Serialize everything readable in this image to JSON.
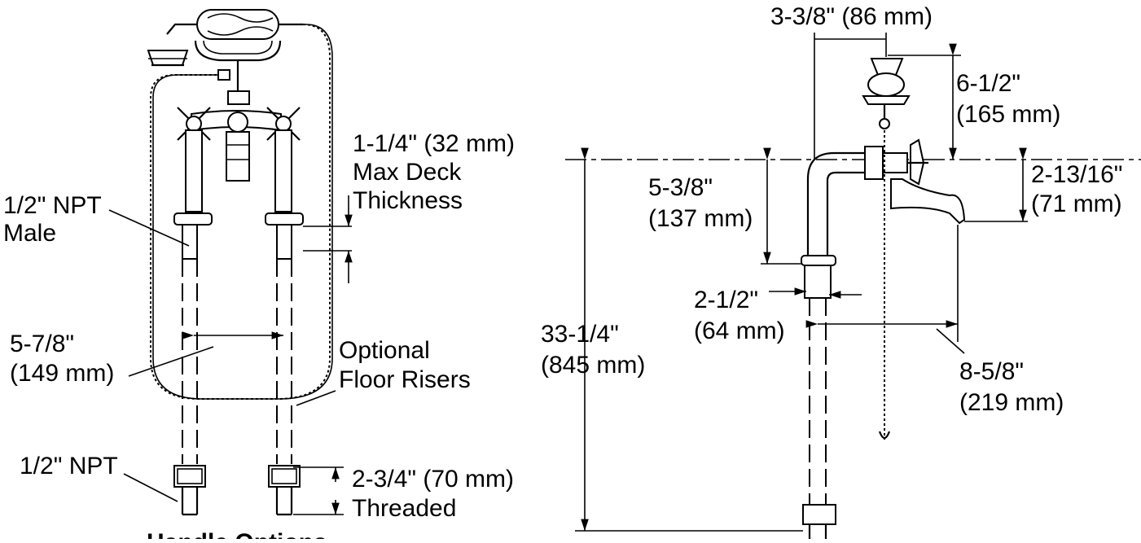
{
  "left_view": {
    "labels": {
      "npt_male_line1": "1/2\" NPT",
      "npt_male_line2": "Male",
      "deck_dim": "1-1/4\" (32 mm)",
      "deck_line2": "Max Deck",
      "deck_line3": "Thickness",
      "spacing_line1": "5-7/8\"",
      "spacing_line2": "(149 mm)",
      "risers_line1": "Optional",
      "risers_line2": "Floor Risers",
      "npt_bottom": "1/2\" NPT",
      "threaded_dim": "2-3/4\" (70 mm)",
      "threaded_line2": "Threaded",
      "caption": "Handle Options"
    }
  },
  "right_view": {
    "labels": {
      "top_width": "3-3/8\" (86 mm)",
      "head_h_line1": "6-1/2\"",
      "head_h_line2": "(165 mm)",
      "spout_drop_line1": "2-13/16\"",
      "spout_drop_line2": "(71 mm)",
      "body_h_line1": "5-3/8\"",
      "body_h_line2": "(137 mm)",
      "pipe_w_line1": "2-1/2\"",
      "pipe_w_line2": "(64 mm)",
      "total_h_line1": "33-1/4\"",
      "total_h_line2": "(845 mm)",
      "reach_line1": "8-5/8\"",
      "reach_line2": "(219 mm)"
    }
  }
}
